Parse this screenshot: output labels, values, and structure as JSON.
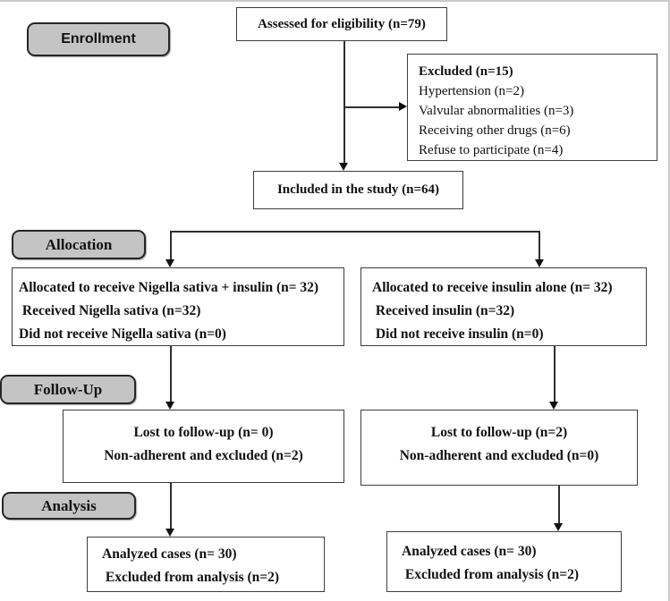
{
  "figure": {
    "type": "consort-flow-diagram",
    "stages": {
      "enrollment": "Enrollment",
      "allocation": "Allocation",
      "followup": "Follow-Up",
      "analysis": "Analysis"
    },
    "boxes": {
      "assessed": {
        "text": "Assessed for eligibility (n=79)"
      },
      "excluded": {
        "title": "Excluded (n=15)",
        "reasons": [
          "Hypertension (n=2)",
          "Valvular abnormalities (n=3)",
          "Receiving other drugs (n=6)",
          "Refuse to participate (n=4)"
        ]
      },
      "included": {
        "text": "Included in the study (n=64)"
      },
      "allocation_left": {
        "lines": [
          "Allocated to receive Nigella sativa + insulin (n= 32)",
          " Received Nigella sativa (n=32)",
          "Did not receive Nigella sativa (n=0)"
        ]
      },
      "allocation_right": {
        "lines": [
          "Allocated to receive insulin alone (n= 32)",
          " Received insulin (n=32)",
          " Did not receive insulin (n=0)"
        ]
      },
      "followup_left": {
        "lines": [
          "Lost to follow-up (n= 0)",
          "Non-adherent and excluded (n=2)"
        ]
      },
      "followup_right": {
        "lines": [
          "Lost to follow-up (n=2)",
          "Non-adherent and excluded (n=0)"
        ]
      },
      "analysis_left": {
        "lines": [
          "Analyzed cases (n= 30)",
          " Excluded from analysis (n=2)"
        ]
      },
      "analysis_right": {
        "lines": [
          "Analyzed cases (n= 30)",
          " Excluded from analysis (n=2)"
        ]
      }
    },
    "colors": {
      "stage_label_fill": "#c4c4c4",
      "stage_label_border": "#262626",
      "box_border": "#3d3d3d",
      "line": "#2f2f2f",
      "page_border": "#c9c9c9"
    }
  }
}
